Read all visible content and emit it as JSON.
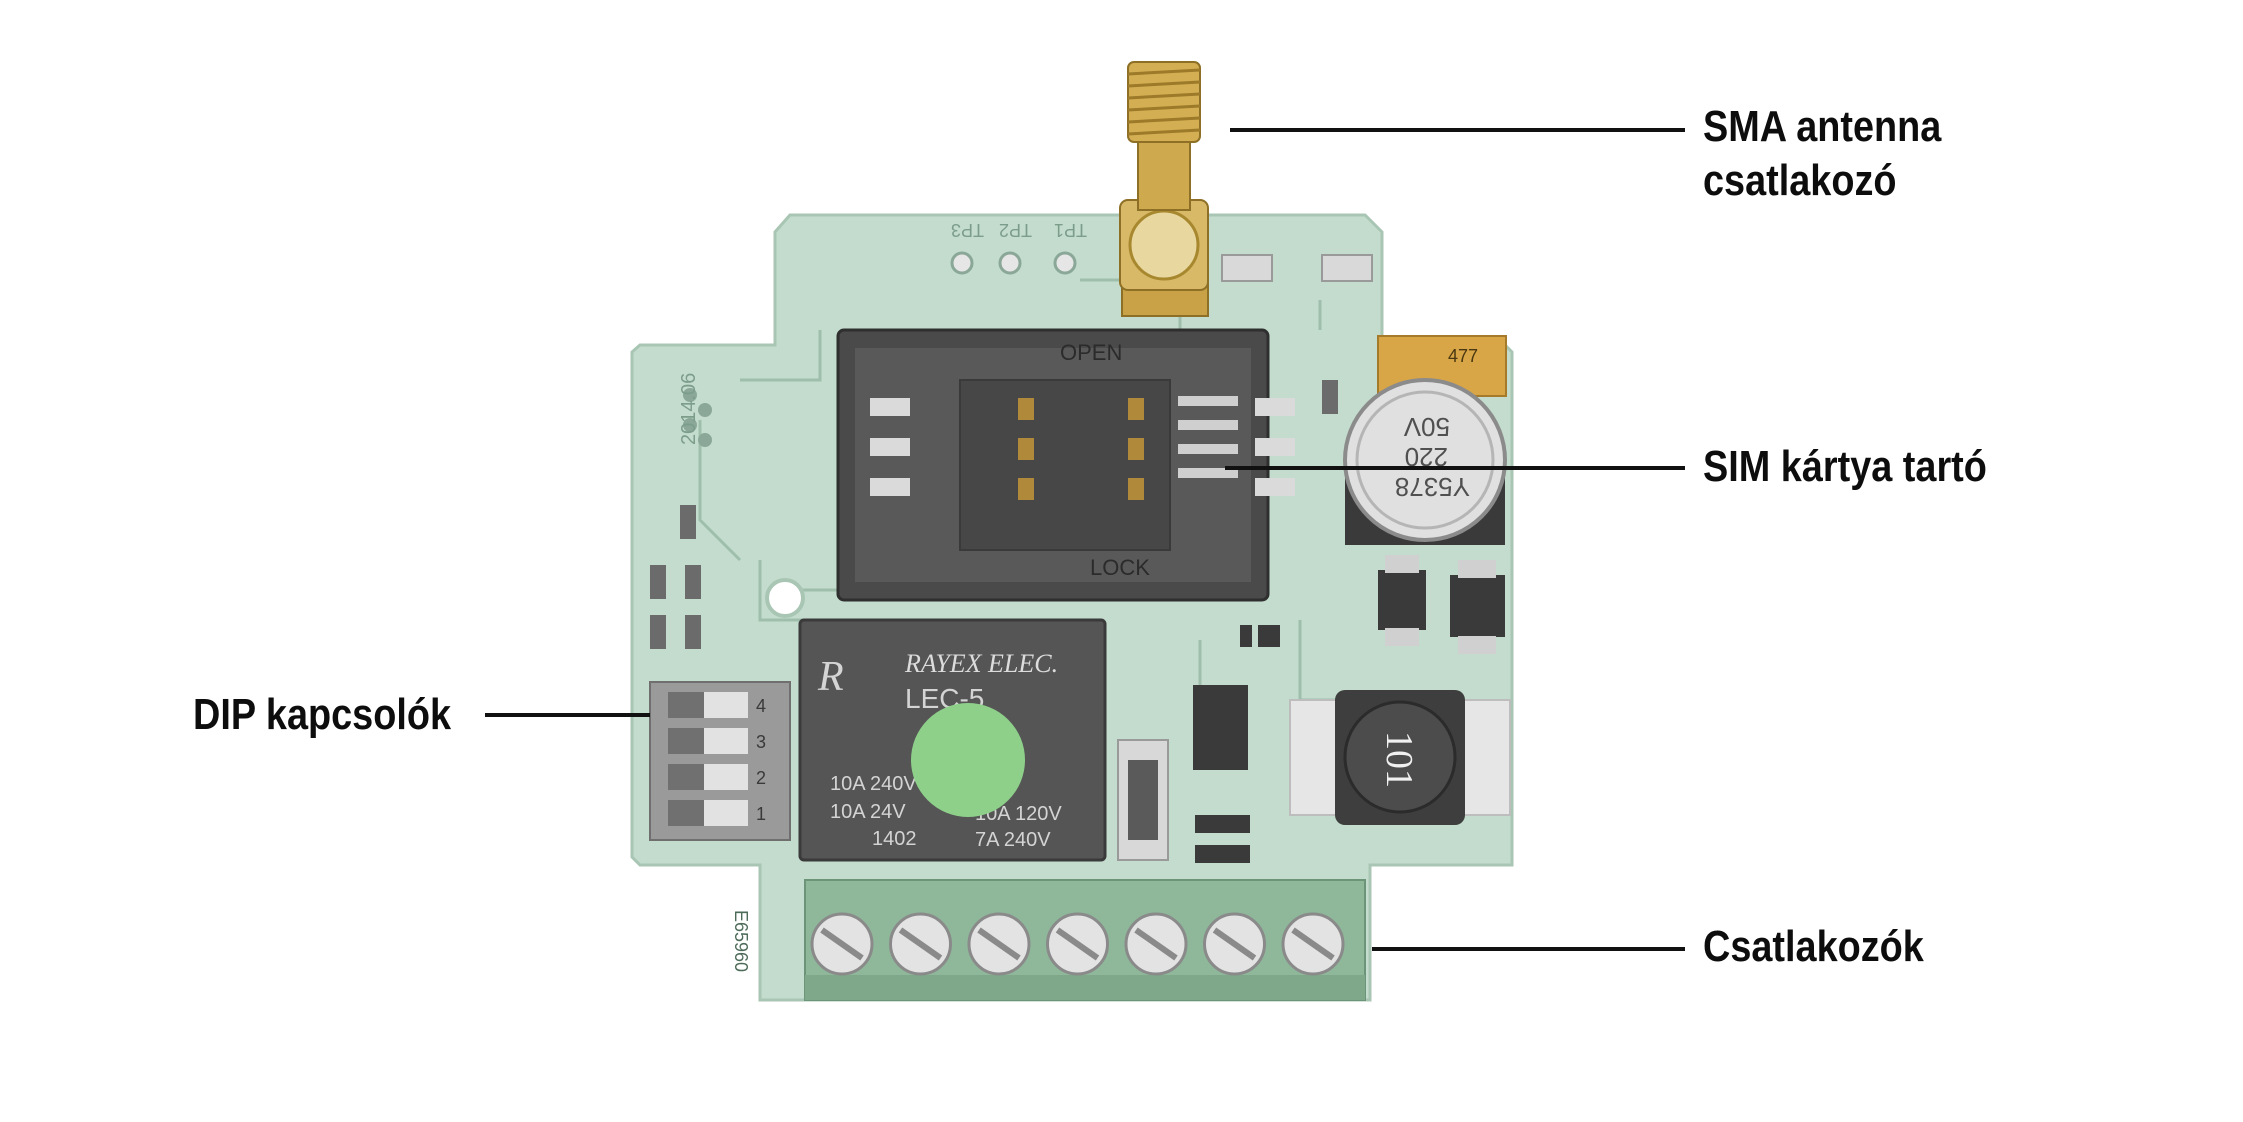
{
  "colors": {
    "pcb": "#c3dccd",
    "pcb_edge": "#a9c6b4",
    "trace": "#9fbfac",
    "socket": "#4a4a4a",
    "relay": "#555555",
    "terminal": "#8fb79a",
    "gold": "#c9a247",
    "sticker": "#8ed08a",
    "leader": "#111111"
  },
  "board": {
    "sim_holder": {
      "open_label": "OPEN",
      "lock_label": "LOCK"
    },
    "relay": {
      "brand": "RAYEX ELEC.",
      "model": "LEC-5",
      "ratings": [
        "10A 240V",
        "10A 24V",
        "10A 120V",
        "7A 240V"
      ],
      "code": "1402"
    },
    "capacitor": {
      "lines": [
        "Y5378",
        "220",
        "50V"
      ]
    },
    "inductor": {
      "value": "101"
    },
    "tantalum": {
      "value": "477"
    },
    "pcb_date": "2014.06",
    "test_points": [
      "TP3",
      "TP2",
      "TP1"
    ],
    "pcb_code": "E65960",
    "dip_numbers": [
      "1",
      "2",
      "3",
      "4"
    ],
    "terminal_count": 7
  },
  "callouts": {
    "antenna": {
      "lines": [
        "SMA antenna",
        "csatlakozó"
      ]
    },
    "sim": {
      "lines": [
        "SIM kártya tartó"
      ]
    },
    "dip": {
      "lines": [
        "DIP kapcsolók"
      ]
    },
    "connectors": {
      "lines": [
        "Csatlakozók"
      ]
    }
  }
}
